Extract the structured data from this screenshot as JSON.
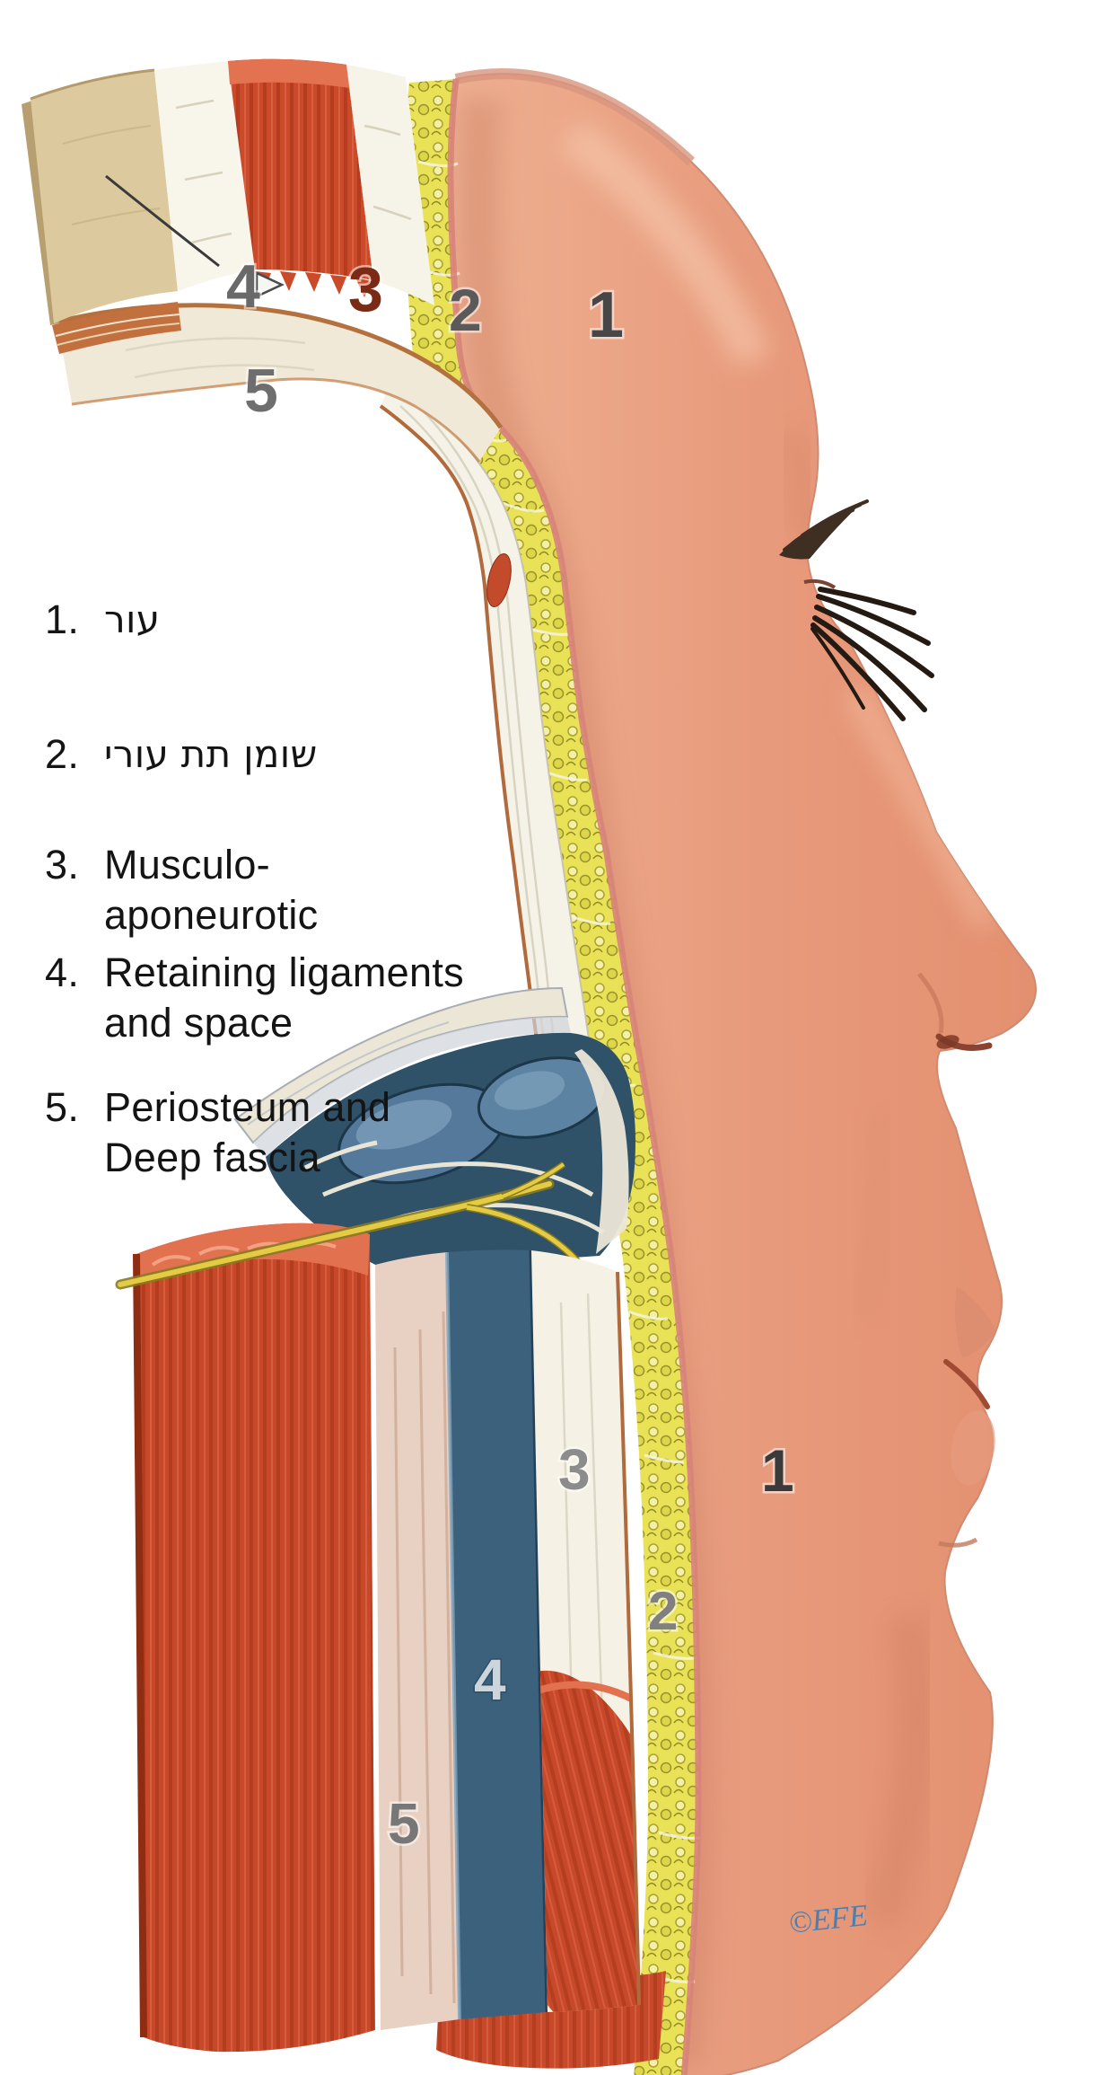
{
  "figure": {
    "signature": "©EFE",
    "legend": {
      "items": [
        {
          "num": "1.",
          "line1": "עור"
        },
        {
          "num": "2.",
          "line1": "שומן תת עורי"
        },
        {
          "num": "3.",
          "line1": "Musculo-aponeurotic"
        },
        {
          "num": "4.",
          "line1": "Retaining ligaments",
          "line2": "and space"
        },
        {
          "num": "5.",
          "line1": "Periosteum and",
          "line2": "Deep fascia"
        }
      ]
    },
    "labels_top": {
      "skin": "1",
      "fat": "2",
      "muscle": "3",
      "ligament": "4",
      "periosteum": "5"
    },
    "labels_bottom": {
      "skin": "1",
      "fat": "2",
      "muscle": "3",
      "ligament": "4",
      "periosteum": "5"
    },
    "colors": {
      "skin": "#e9a184",
      "muscle": "#c8492a",
      "fat": "#e9e253",
      "deep_layer_blue": "#3c617c",
      "tan": "#dbc89d",
      "signature": "#4b7fb0"
    }
  }
}
